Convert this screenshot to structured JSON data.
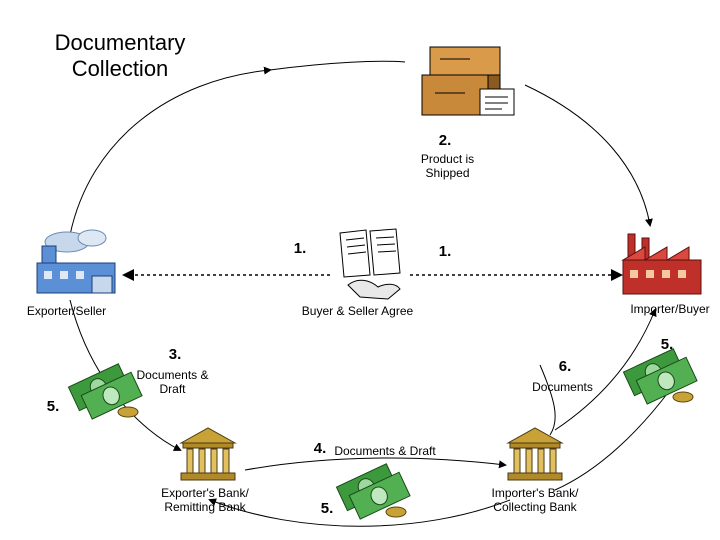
{
  "title": "Documentary Collection",
  "labels": {
    "step2_num": "2.",
    "step2_text": "Product is Shipped",
    "step1_left": "1.",
    "step1_right": "1.",
    "agree": "Buyer & Seller Agree",
    "exporter": "Exporter/Seller",
    "importer": "Importer/Buyer",
    "step3_num": "3.",
    "step3_text": "Documents & Draft",
    "step6_num": "6.",
    "step6_text": "Documents",
    "step5_left": "5.",
    "step5_right": "5.",
    "step4_num": "4.",
    "step4_text": "Documents & Draft",
    "step5_bottom": "5.",
    "exporter_bank": "Exporter's Bank/ Remitting Bank",
    "importer_bank": "Importer's Bank/ Collecting Bank"
  },
  "colors": {
    "factory_left": "#5b8fd6",
    "factory_right": "#c0302a",
    "money": "#3c9a3c",
    "bank": "#c9a237",
    "boxes": "#c88a3a"
  },
  "icons": [
    "boxes-icon",
    "handshake-documents-icon",
    "factory-icon",
    "money-icon",
    "bank-icon"
  ]
}
